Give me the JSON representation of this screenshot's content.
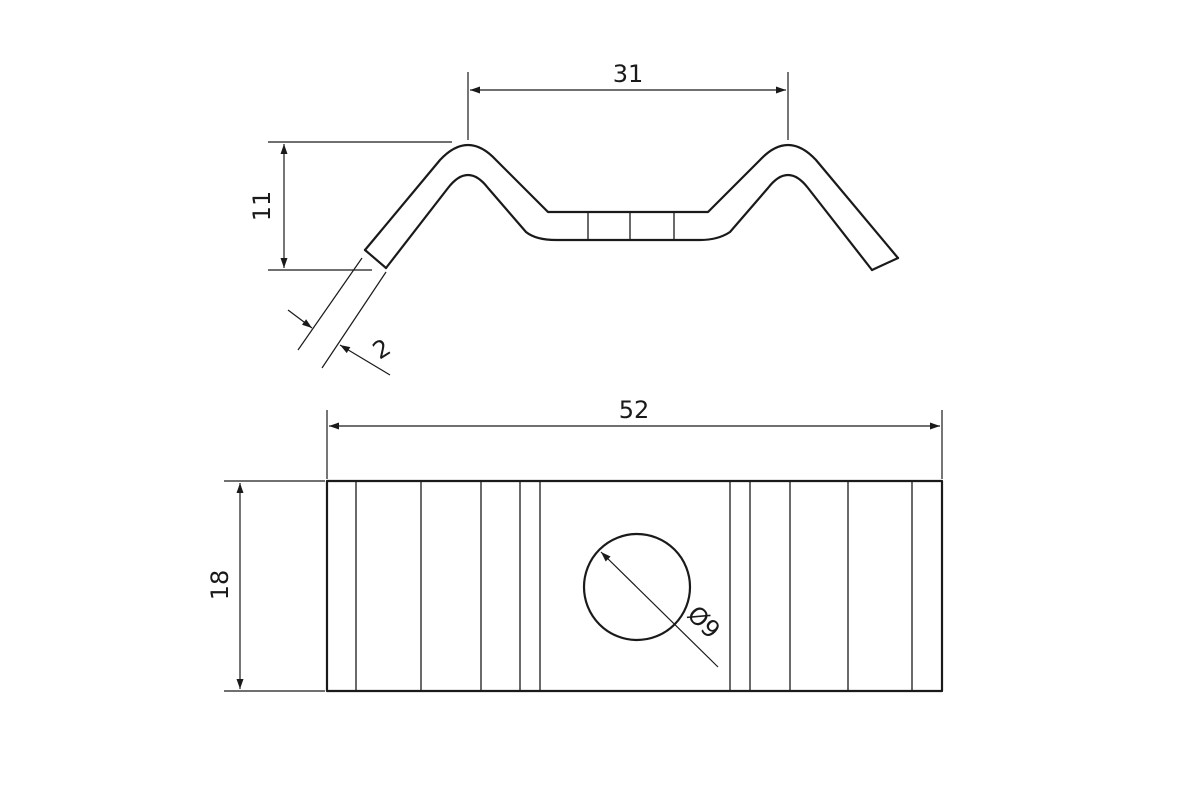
{
  "drawing": {
    "dimensions": {
      "profile_width": "31",
      "profile_height": "11",
      "thickness": "2",
      "plate_length": "52",
      "plate_width": "18",
      "hole_diameter": "Ø9"
    },
    "line_color": "#1a1a1a",
    "background_color": "#ffffff"
  }
}
